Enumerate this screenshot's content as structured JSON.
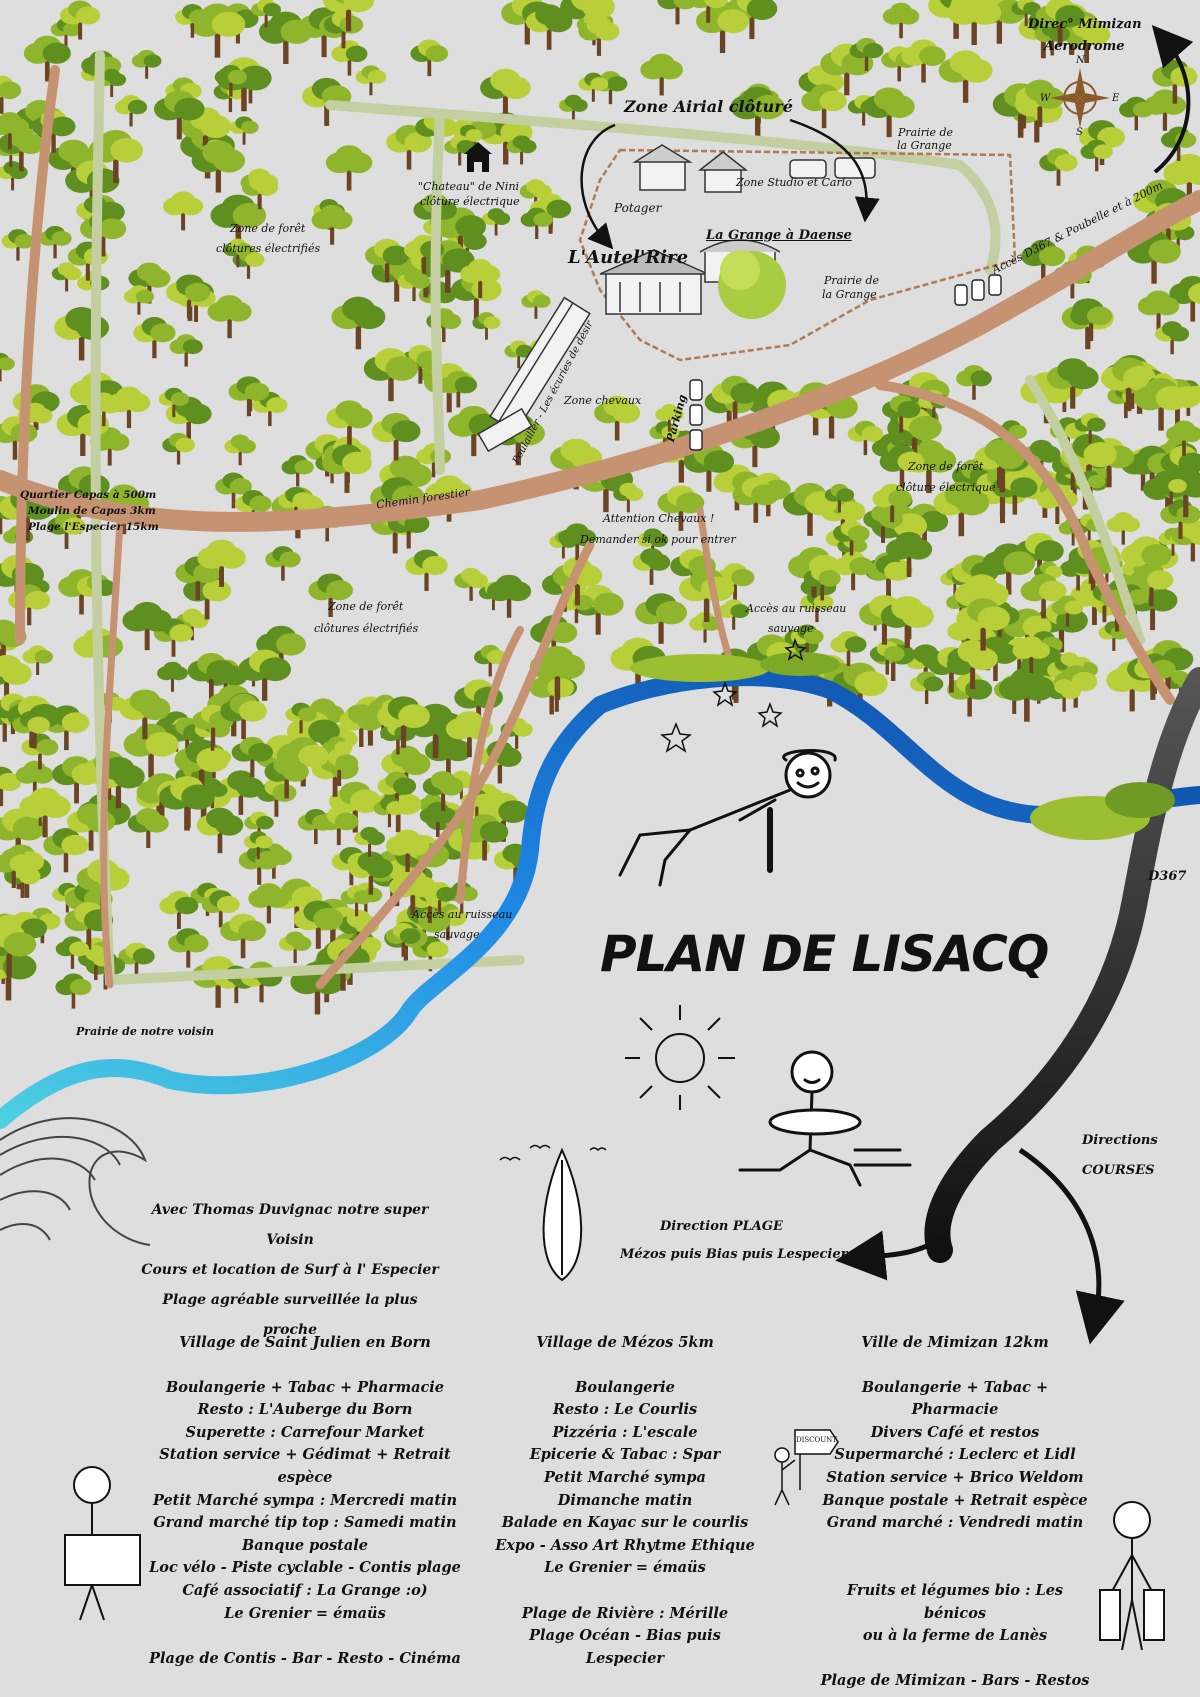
{
  "title": "PLAN DE LISACQ",
  "labels": {
    "direc_mimizan": "Direc° Mimizan",
    "aerodrome": "Aerodrome",
    "zone_airial": "Zone Airial clôturé",
    "prairie_grange_top_1": "Prairie de",
    "prairie_grange_top_2": "la Grange",
    "chateau_1": "\"Chateau\" de Nini",
    "chateau_2": "clôture électrique",
    "zone_studio": "Zone Studio et Carlo",
    "potager": "Potager",
    "grange_daense": "La Grange à Daense",
    "autel_rire": "L'Autel'Rire",
    "prairie_grange_mid_1": "Prairie de",
    "prairie_grange_mid_2": "la Grange",
    "foret_elec_1_a": "Zone de forêt",
    "foret_elec_1_b": "clôtures électrifiés",
    "acces_d367": "Accès D367 & Poubelle et à 200m",
    "ecuries": "Poulailler - Les écuries de désir",
    "zone_chevaux": "Zone chevaux",
    "parking": "Parking",
    "chemin_forestier": "Chemin forestier",
    "quartier_1": "Quartier Capas à 500m",
    "quartier_2": "Moulin de Capas 3km",
    "quartier_3": "Plage l'Especier 15km",
    "attention_1": "Attention Chevaux !",
    "attention_2": "Demander si ok pour entrer",
    "foret_elec_2_a": "Zone de forêt",
    "foret_elec_2_b": "clôture électrique",
    "foret_elec_3_a": "Zone de forêt",
    "foret_elec_3_b": "clôtures électrifiés",
    "acces_ruisseau_1_a": "Accès au ruisseau",
    "acces_ruisseau_1_b": "sauvage",
    "acces_ruisseau_2_a": "Accès au ruisseau",
    "acces_ruisseau_2_b": "sauvage",
    "d367": "D367",
    "prairie_voisin": "Prairie de notre voisin",
    "directions_1": "Directions",
    "directions_2": "COURSES",
    "direction_plage": "Direction PLAGE",
    "direction_plage_sub": "Mézos puis Bias puis Lespecier",
    "discount": "DISCOUNT"
  },
  "compass": {
    "n": "N",
    "s": "S",
    "e": "E",
    "w": "W"
  },
  "surf_info": [
    "Avec Thomas Duvignac notre super Voisin",
    "Cours et location de Surf à l' Especier",
    "Plage agréable surveillée la plus proche"
  ],
  "villages": [
    {
      "heading": "Village de Saint Julien en Born",
      "lines": [
        "Boulangerie + Tabac + Pharmacie",
        "Resto : L'Auberge du Born",
        "Superette : Carrefour Market",
        "Station service + Gédimat + Retrait espèce",
        "Petit Marché sympa : Mercredi matin",
        "Grand marché tip top : Samedi matin",
        "Banque postale",
        "Loc vélo - Piste cyclable - Contis plage",
        "Café associatif : La Grange :o)",
        "Le Grenier = émaüs",
        "",
        "Plage de Contis - Bar - Resto - Cinéma"
      ]
    },
    {
      "heading": "Village de Mézos 5km",
      "lines": [
        "Boulangerie",
        "Resto : Le Courlis",
        "Pizzéria : L'escale",
        "Epicerie & Tabac : Spar",
        "Petit Marché sympa",
        "Dimanche matin",
        "Balade en Kayac sur le courlis",
        "Expo - Asso Art Rhytme Ethique",
        "Le Grenier = émaüs",
        "",
        "Plage de Rivière : Mérille",
        "Plage Océan - Bias puis Lespecier"
      ]
    },
    {
      "heading": "Ville de Mimizan 12km",
      "lines": [
        "Boulangerie + Tabac + Pharmacie",
        "Divers Café et restos",
        "Supermarché : Leclerc et Lidl",
        "Station service + Brico Weldom",
        "Banque postale + Retrait espèce",
        "Grand marché : Vendredi matin",
        "",
        "",
        "Fruits et légumes bio : Les bénicos",
        "ou à la ferme de Lanès",
        "",
        "Plage de Mimizan - Bars - Restos"
      ]
    }
  ],
  "colors": {
    "background": "#dedede",
    "path": "#c59272",
    "pale_path": "#c3cfa0",
    "river_dark": "#1565c0",
    "river_light": "#4dd0e1",
    "road": "#3a3a3a",
    "tree_light": "#b8cf3a",
    "tree_mid": "#8fb52c",
    "tree_dark": "#5e8f1f",
    "trunk": "#6b4423"
  }
}
